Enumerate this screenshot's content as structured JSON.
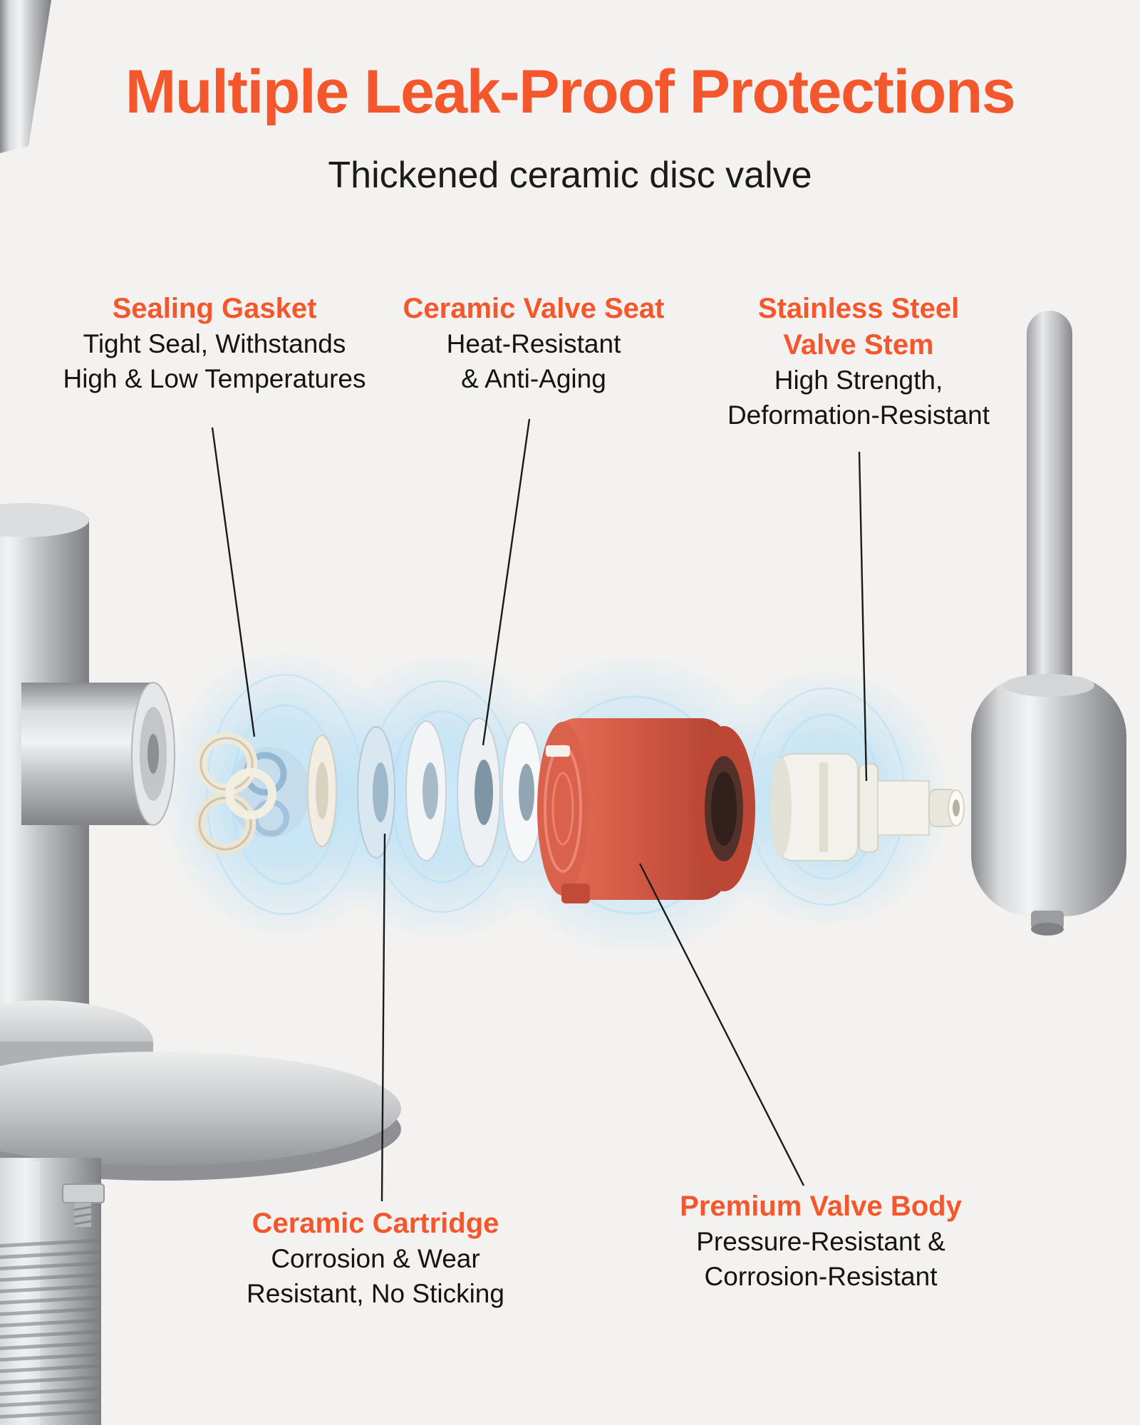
{
  "page": {
    "title": "Multiple Leak-Proof Protections",
    "subtitle": "Thickened ceramic disc valve"
  },
  "callouts": {
    "sealing_gasket": {
      "title": "Sealing Gasket",
      "line1": "Tight Seal, Withstands",
      "line2": "High & Low Temperatures"
    },
    "ceramic_valve_seat": {
      "title": "Ceramic Valve Seat",
      "line1": "Heat-Resistant",
      "line2": "& Anti-Aging"
    },
    "stainless_steel_valve_stem": {
      "title_line1": "Stainless Steel",
      "title_line2": "Valve Stem",
      "line1": "High Strength,",
      "line2": "Deformation-Resistant"
    },
    "ceramic_cartridge": {
      "title": "Ceramic Cartridge",
      "line1": "Corrosion & Wear",
      "line2": "Resistant, No Sticking"
    },
    "premium_valve_body": {
      "title": "Premium Valve Body",
      "line1": "Pressure-Resistant &",
      "line2": "Corrosion-Resistant"
    }
  },
  "colors": {
    "accent_orange": "#F4572C",
    "background": "#F3F2F0",
    "text": "#141414",
    "glow_blue": "#A9DBF7",
    "valve_body_red": "#C9503C",
    "leader_line": "#1A1A1A"
  }
}
